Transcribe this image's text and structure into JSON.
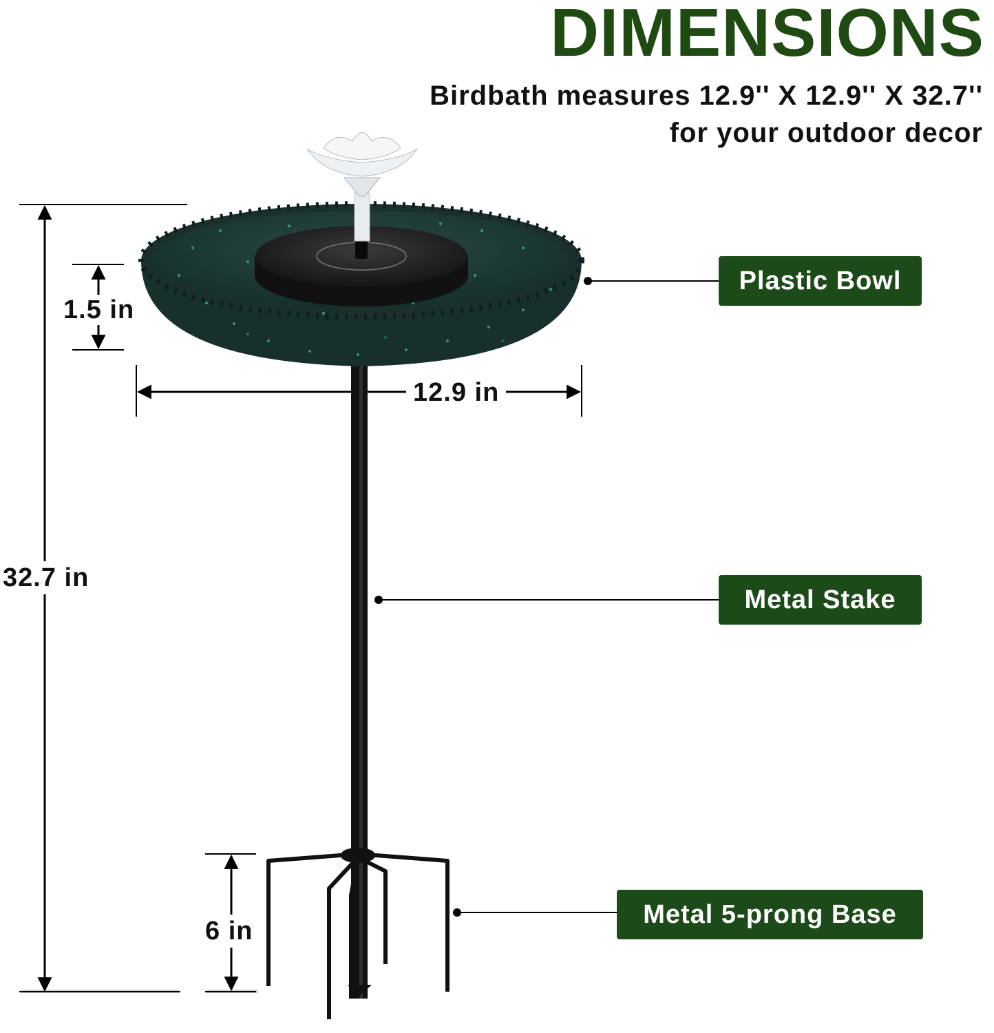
{
  "header": {
    "title": "DIMENSIONS",
    "subtitle_line1": "Birdbath measures 12.9'' X 12.9'' X 32.7''",
    "subtitle_line2": "for your outdoor decor"
  },
  "callouts": {
    "bowl": "Plastic Bowl",
    "stake": "Metal Stake",
    "base": "Metal 5-prong Base"
  },
  "dimensions": {
    "bowl_depth": "1.5 in",
    "bowl_width": "12.9 in",
    "total_height": "32.7 in",
    "prong_length": "6 in"
  },
  "colors": {
    "title_green": "#1f4a12",
    "label_green": "#1d4a19",
    "bowl_teal": "#1d3a36"
  }
}
